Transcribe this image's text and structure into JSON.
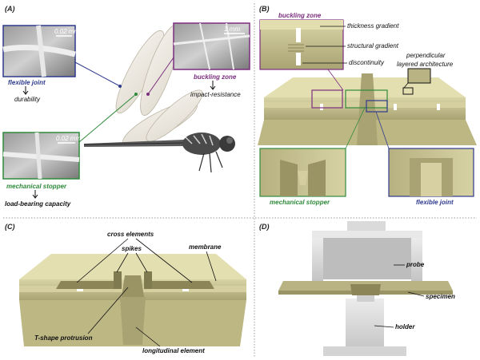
{
  "panels": {
    "a": {
      "label": "(A)",
      "scale_flexible": "0.02 mm",
      "scale_buckling": "1 mm",
      "scale_stopper": "0.02 mm",
      "flexible_joint": "flexible joint",
      "durability": "durability",
      "buckling_zone": "buckling zone",
      "impact_resistance": "impact-resistance",
      "mechanical_stopper": "mechanical stopper",
      "load_bearing": "load-bearing capacity"
    },
    "b": {
      "label": "(B)",
      "buckling_zone": "buckling zone",
      "thickness_gradient": "thickness gradient",
      "structural_gradient": "structural gradient",
      "discontinuity": "discontinuity",
      "perpendicular": "perpendicular",
      "layered_architecture": "layered architecture",
      "mechanical_stopper": "mechanical stopper",
      "flexible_joint": "flexible joint"
    },
    "c": {
      "label": "(C)",
      "cross_elements": "cross elements",
      "spikes": "spikes",
      "membrane": "membrane",
      "t_shape": "T-shape protrusion",
      "longitudinal": "longitudinal element"
    },
    "d": {
      "label": "(D)",
      "probe": "probe",
      "specimen": "specimen",
      "holder": "holder"
    }
  },
  "colors": {
    "blue": "#2e3a8c",
    "purple": "#7b2d7f",
    "green": "#2f8a3a",
    "olive": "#c9c394",
    "olive_dark": "#9a9464",
    "grey": "#d8d8d8"
  }
}
